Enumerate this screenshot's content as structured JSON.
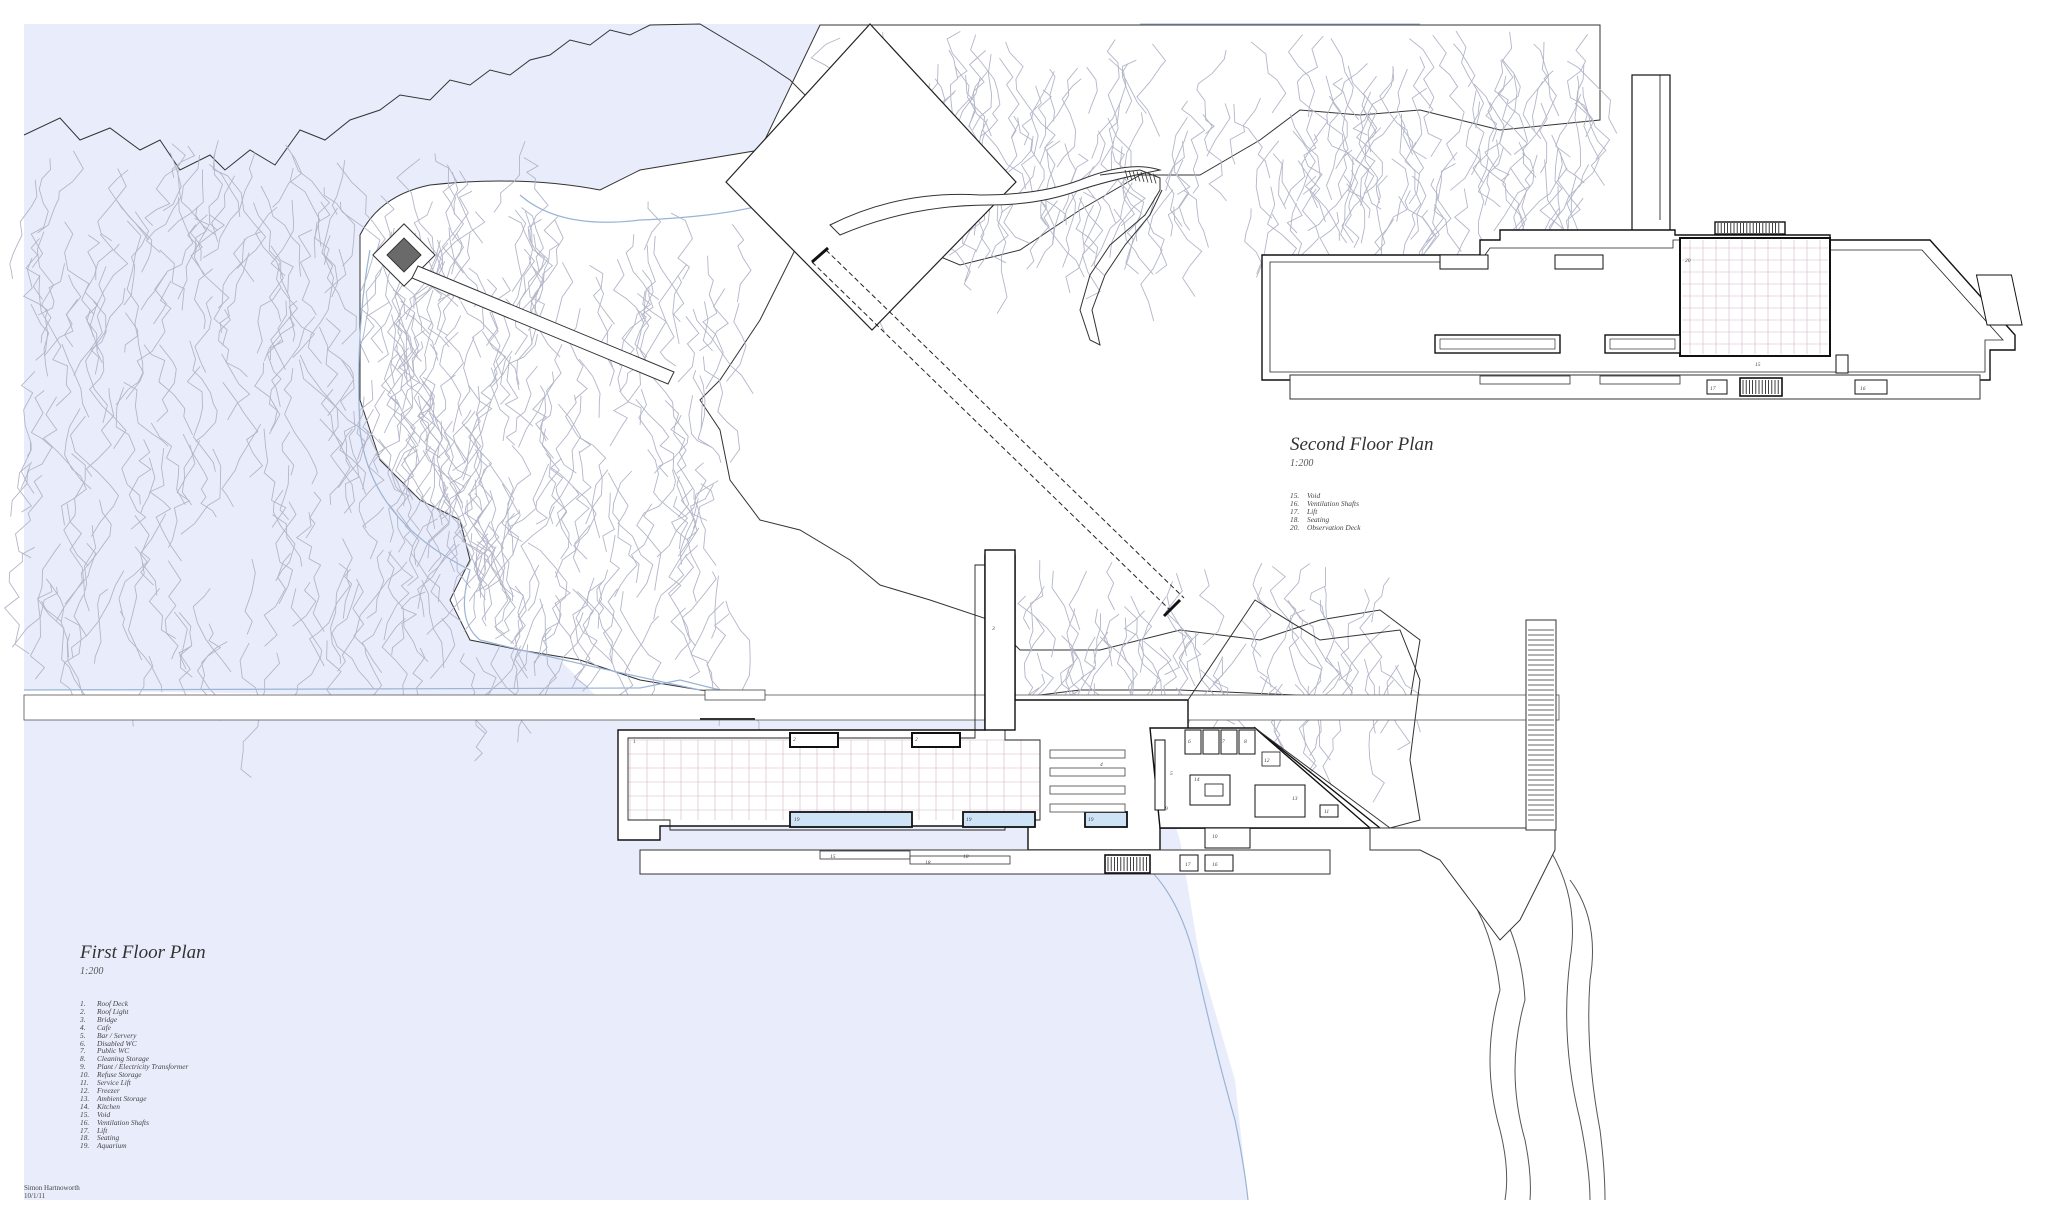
{
  "colors": {
    "water": "#e9edfb",
    "water_edge": "#9ab4d6",
    "line": "#222222",
    "contour": "#b9b9c4",
    "grid": "#d6b6c6",
    "glass": "#cfe3f7",
    "dark": "#6a6a6a"
  },
  "first_floor": {
    "title": "First Floor Plan",
    "scale": "1:200",
    "legend": [
      {
        "num": "1.",
        "label": "Roof Deck"
      },
      {
        "num": "2.",
        "label": "Roof Light"
      },
      {
        "num": "3.",
        "label": "Bridge"
      },
      {
        "num": "4.",
        "label": "Cafe"
      },
      {
        "num": "5.",
        "label": "Bar / Servery"
      },
      {
        "num": "6.",
        "label": "Disabled WC"
      },
      {
        "num": "7.",
        "label": "Public WC"
      },
      {
        "num": "8.",
        "label": "Cleaning Storage"
      },
      {
        "num": "9.",
        "label": "Plant / Electricity Transformer"
      },
      {
        "num": "10.",
        "label": "Refuse Storage"
      },
      {
        "num": "11.",
        "label": "Service Lift"
      },
      {
        "num": "12.",
        "label": "Freezer"
      },
      {
        "num": "13.",
        "label": "Ambient Storage"
      },
      {
        "num": "14.",
        "label": "Kitchen"
      },
      {
        "num": "15.",
        "label": "Void"
      },
      {
        "num": "16.",
        "label": "Ventilation Shafts"
      },
      {
        "num": "17.",
        "label": "Lift"
      },
      {
        "num": "18.",
        "label": "Seating"
      },
      {
        "num": "19.",
        "label": "Aquarium"
      }
    ]
  },
  "second_floor": {
    "title": "Second Floor Plan",
    "scale": "1:200",
    "legend": [
      {
        "num": "15.",
        "label": "Void"
      },
      {
        "num": "16.",
        "label": "Ventilation Shafts"
      },
      {
        "num": "17.",
        "label": "Lift"
      },
      {
        "num": "18.",
        "label": "Seating"
      },
      {
        "num": "20.",
        "label": "Observation Deck"
      }
    ]
  },
  "author": {
    "name": "Simon Hartnoworth",
    "date": "10/1/11"
  },
  "room_tags": {
    "r1": "1",
    "r2a": "2",
    "r2b": "2",
    "r3": "3",
    "r4": "4",
    "r5": "5",
    "r6": "6",
    "r7": "7",
    "r8": "8",
    "r9": "9",
    "r10": "10",
    "r11": "11",
    "r12": "12",
    "r13": "13",
    "r14": "14",
    "r15": "15",
    "r16": "16",
    "r17": "17",
    "r18a": "18",
    "r18b": "18",
    "r19a": "19",
    "r19b": "19",
    "r19c": "19",
    "s15": "15",
    "s16": "16",
    "s17": "17",
    "s20": "20"
  }
}
